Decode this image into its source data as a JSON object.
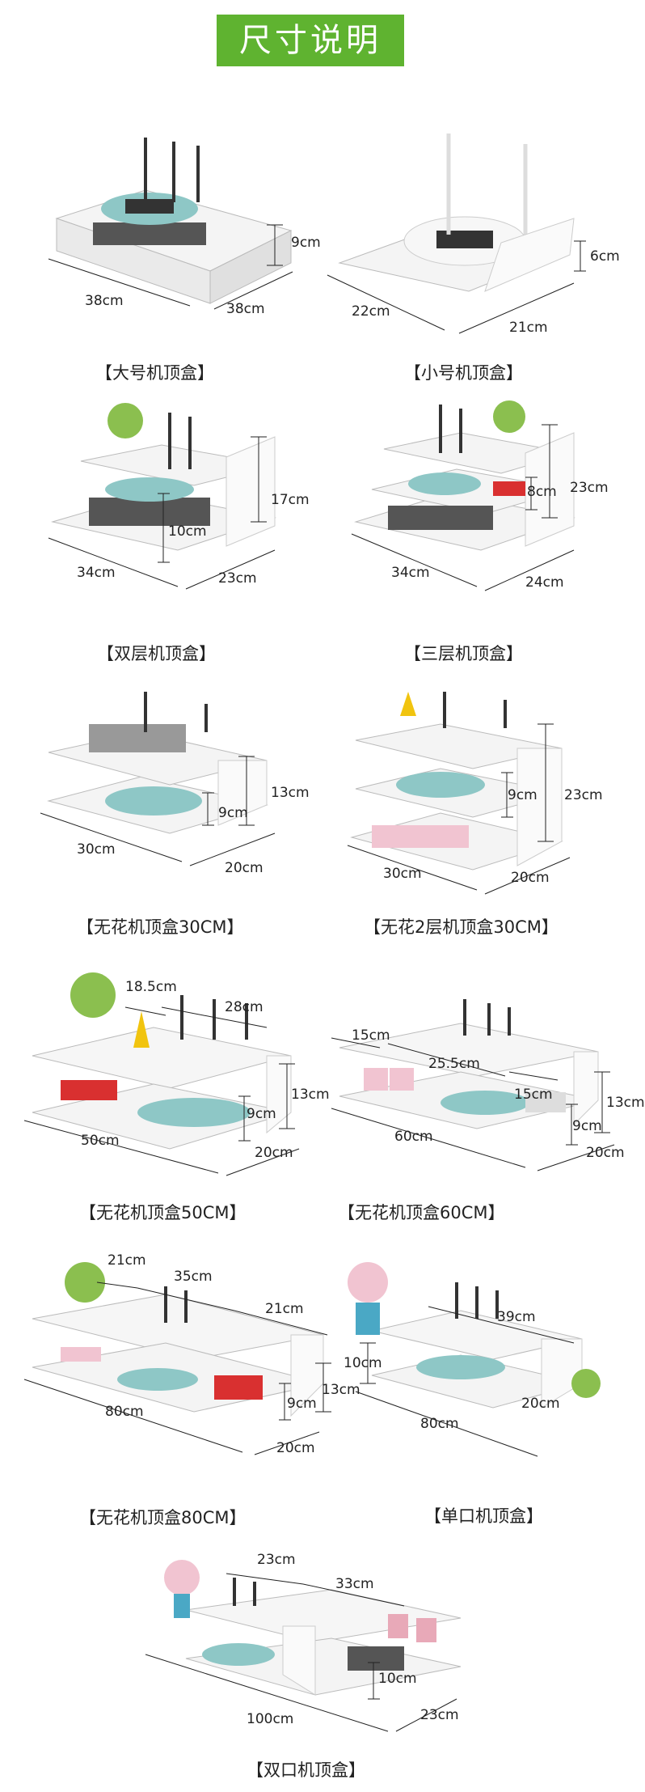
{
  "header": {
    "title": "尺寸说明"
  },
  "products": [
    {
      "caption": "【大号机顶盒】",
      "dims": [
        "9cm",
        "38cm",
        "38cm"
      ]
    },
    {
      "caption": "【小号机顶盒】",
      "dims": [
        "6cm",
        "22cm",
        "21cm"
      ]
    },
    {
      "caption": "【双层机顶盒】",
      "dims": [
        "17cm",
        "10cm",
        "34cm",
        "23cm"
      ]
    },
    {
      "caption": "【三层机顶盒】",
      "dims": [
        "23cm",
        "8cm",
        "34cm",
        "24cm"
      ]
    },
    {
      "caption": "【无花机顶盒30CM】",
      "dims": [
        "13cm",
        "9cm",
        "30cm",
        "20cm"
      ]
    },
    {
      "caption": "【无花2层机顶盒30CM】",
      "dims": [
        "23cm",
        "9cm",
        "30cm",
        "20cm"
      ]
    },
    {
      "caption": "【无花机顶盒50CM】",
      "dims": [
        "18.5cm",
        "28cm",
        "13cm",
        "9cm",
        "50cm",
        "20cm"
      ]
    },
    {
      "caption": "【无花机顶盒60CM】",
      "dims": [
        "15cm",
        "25.5cm",
        "15cm",
        "13cm",
        "9cm",
        "60cm",
        "20cm"
      ]
    },
    {
      "caption": "【无花机顶盒80CM】",
      "dims": [
        "21cm",
        "35cm",
        "21cm",
        "13cm",
        "9cm",
        "80cm",
        "20cm"
      ]
    },
    {
      "caption": "【单口机顶盒】",
      "dims": [
        "39cm",
        "10cm",
        "20cm",
        "80cm"
      ]
    },
    {
      "caption": "【双口机顶盒】",
      "dims": [
        "23cm",
        "33cm",
        "10cm",
        "100cm",
        "23cm"
      ]
    }
  ]
}
